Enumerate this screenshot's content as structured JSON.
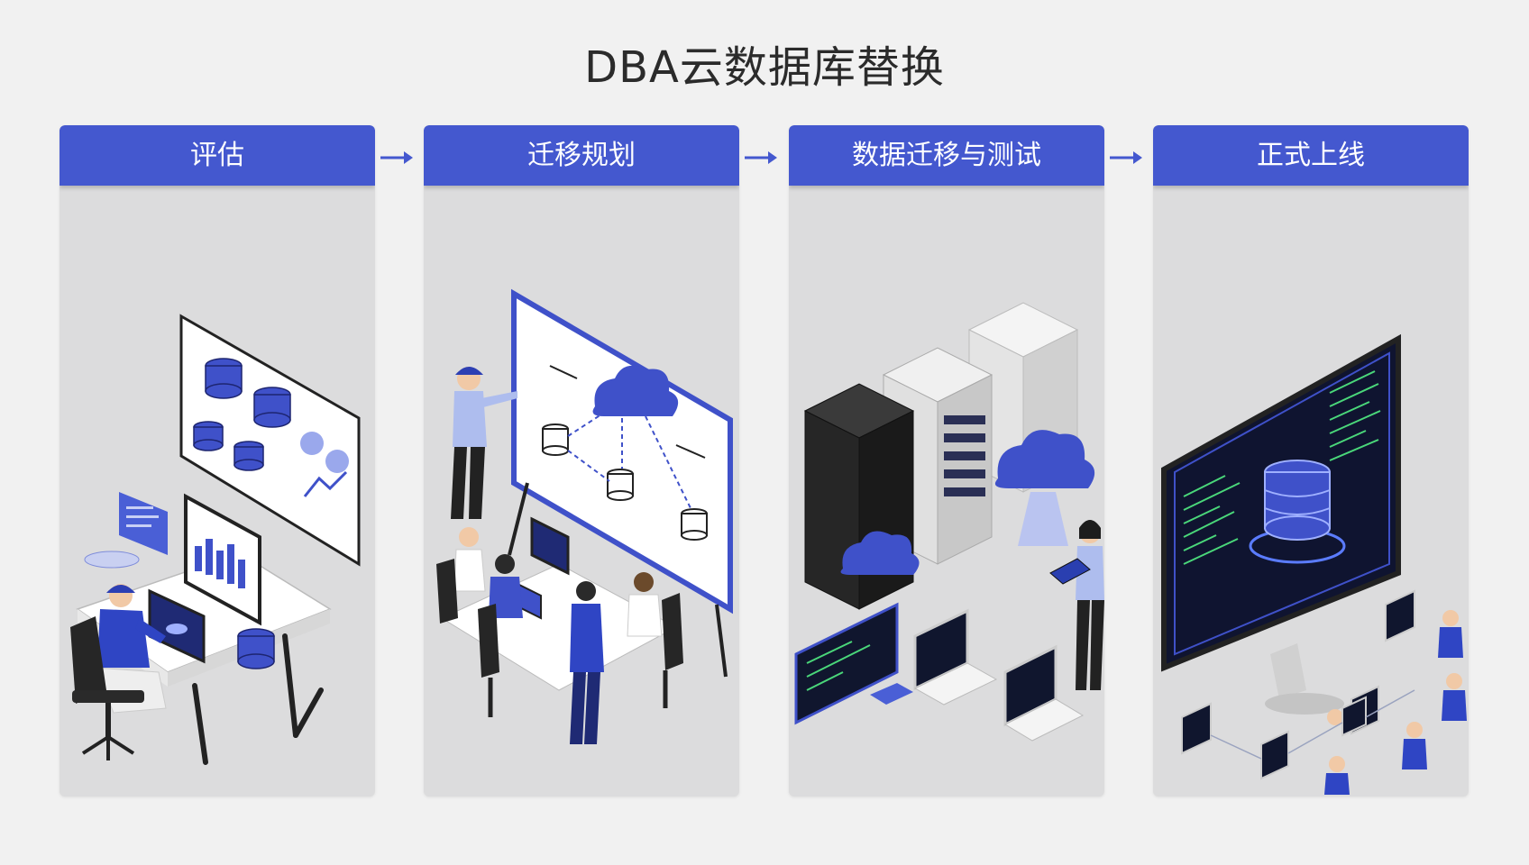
{
  "title": "DBA云数据库替换",
  "steps": [
    {
      "label": "评估",
      "icon": "assessment-workstation-icon"
    },
    {
      "label": "迁移规划",
      "icon": "planning-whiteboard-icon"
    },
    {
      "label": "数据迁移与测试",
      "icon": "servers-cloud-migration-icon"
    },
    {
      "label": "正式上线",
      "icon": "database-monitor-launch-icon"
    }
  ],
  "colors": {
    "accent": "#4458cf",
    "panel": "#dcdcdd",
    "background": "#f1f1f1",
    "title": "#2b2b2b"
  }
}
